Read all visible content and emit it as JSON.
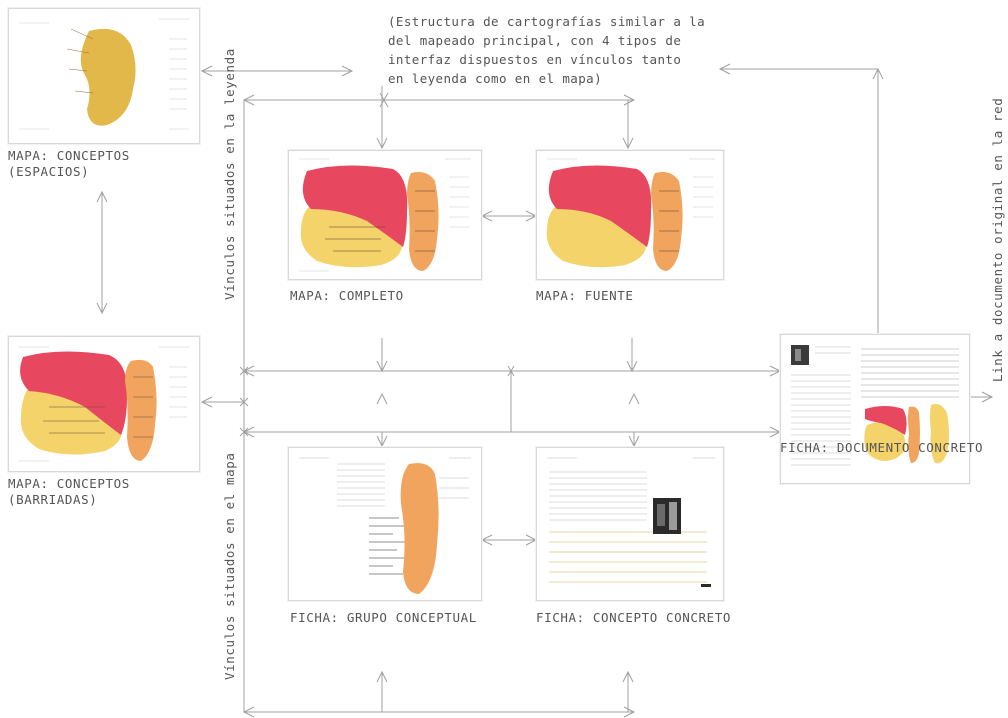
{
  "note": {
    "lines": [
      "(Estructura de cartografías similar a la",
      "del mapeado principal, con 4 tipos de",
      "interfaz dispuestos en vínculos tanto",
      "en leyenda como en el mapa)"
    ]
  },
  "nodes": {
    "mapa_espacios": {
      "line1": "MAPA: CONCEPTOS",
      "line2": "(ESPACIOS)"
    },
    "mapa_barriadas": {
      "line1": "MAPA: CONCEPTOS",
      "line2": "(BARRIADAS)"
    },
    "mapa_completo": {
      "label": "MAPA: COMPLETO"
    },
    "mapa_fuente": {
      "label": "MAPA: FUENTE"
    },
    "ficha_grupo": {
      "label": "FICHA: GRUPO CONCEPTUAL"
    },
    "ficha_concepto": {
      "label": "FICHA: CONCEPTO CONCRETO"
    },
    "ficha_documento": {
      "label": "FICHA: DOCUMENTO CONCRETO"
    }
  },
  "side_labels": {
    "leyenda": "Vínculos situados en la leyenda",
    "mapa": "Vínculos situados en el mapa",
    "link_red": "Link a documento original en la red"
  },
  "colors": {
    "pink": "#e8485f",
    "yellow": "#f3d36a",
    "orange": "#f0a45e",
    "mustard": "#e2b84a",
    "line": "#9a9a9a"
  }
}
